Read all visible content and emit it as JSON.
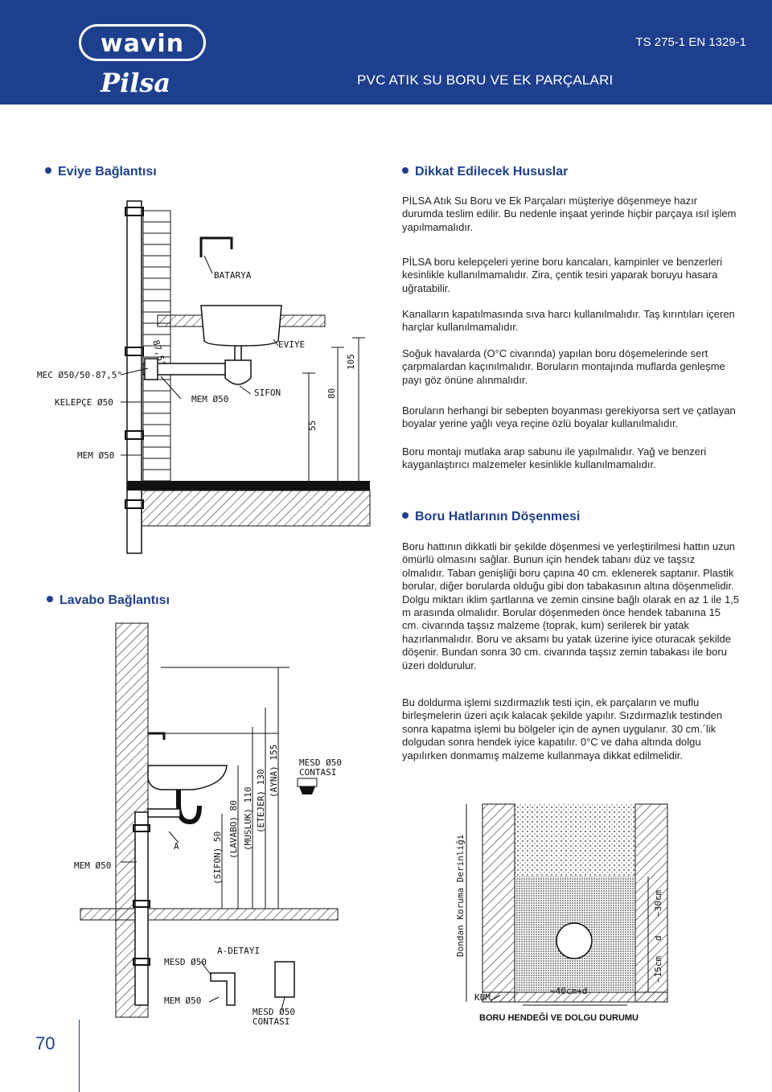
{
  "header": {
    "logo_text": "wavin",
    "brand": "Pilsa",
    "standard": "TS 275-1 EN 1329-1",
    "title": "PVC ATIK SU BORU VE EK PARÇALARI"
  },
  "sections": {
    "eviye": "Eviye Bağlantısı",
    "dikkat": "Dikkat Edilecek Hususlar",
    "boru_hatlari": "Boru Hatlarının Döşenmesi",
    "lavabo": "Lavabo Bağlantısı"
  },
  "dikkat_paragraphs": [
    "PİLSA Atık Su Boru ve Ek Parçaları müşteriye döşenmeye hazır durumda teslim edilir. Bu nedenle inşaat yerinde hiçbir parçaya ısıl işlem yapılmamalıdır.",
    "PİLSA boru kelepçeleri yerine boru kancaları, kampinler ve benzerleri kesinlikle kullanılmamalıdır. Zira, çentik tesiri yaparak boruyu hasara uğratabilir.",
    "Kanalların kapatılmasında sıva harcı kullanılmalıdır. Taş kırıntıları içeren harçlar kullanılmamalıdır.",
    "Soğuk havalarda (O°C civarında) yapılan boru döşemelerinde sert çarpmalardan kaçınılmalıdır. Boruların montajında muflarda genleşme payı göz önüne alınmalıdır.",
    "Boruların herhangi bir sebepten boyanması gerekiyorsa sert ve çatlayan boyalar yerine yağlı veya reçine özlü boyalar kullanılmalıdır.",
    "Boru montajı mutlaka arap sabunu ile yapılmalıdır. Yağ ve benzeri kayganlaştırıcı malzemeler kesinlikle kullanılmamalıdır."
  ],
  "boru_paragraphs": [
    "Boru hattının dikkatli bir şekilde döşenmesi ve yerleştirilmesi hattın uzun ömürlü olmasını sağlar. Bunun için hendek tabanı düz ve taşsız olmalıdır. Taban genişliği boru çapına 40 cm. eklenerek saptanır. Plastik borular, diğer borularda olduğu gibi don tabakasının altına döşenmelidir. Dolgu miktarı iklim şartlarına ve zemin cinsine bağlı olarak en az 1 ile 1,5 m arasında olmalıdır. Borular döşenmeden önce hendek tabanına 15 cm. civarında taşsız malzeme (toprak, kum) serilerek bir yatak hazırlanmalıdır. Boru ve aksamı bu yatak üzerine iyice oturacak şekilde döşenir. Bundan sonra 30 cm. civarında taşsız zemin tabakası ile boru üzeri doldurulur.",
    "Bu doldurma işlemi sızdırmazlık testi için, ek parçaların ve muflu birleşmelerin üzeri açık kalacak şekilde yapılır. Sızdırmazlık testinden sonra kapatma işlemi bu bölgeler için de aynen uygulanır. 30 cm.´lik dolgudan sonra hendek iyice kapatılır. 0°C ve daha altında dolgu yapılırken donmamış malzeme kullanmaya dikkat edilmelidir."
  ],
  "eviye_labels": {
    "batarya": "BATARYA",
    "eviye": "EVIYE",
    "mec": "MEC Ø50/50-87,5°",
    "angle": "87,5°",
    "kelepce": "KELEPÇE Ø50",
    "mem1": "MEM Ø50",
    "sifon": "SIFON",
    "mem2": "MEM Ø50",
    "d55": "55",
    "d80": "80",
    "d105": "105"
  },
  "lavabo_labels": {
    "mesd_top": "MESD Ø50",
    "contasi_top": "CONTASI",
    "mem": "MEM Ø50",
    "a": "A",
    "sifon": "(SIFON) 50",
    "lavabo": "(LAVABO) 80",
    "musluk": "(MUSLUK) 110",
    "etejer": "(ETEJER) 130",
    "ayna": "(AYNA) 155",
    "mesd_left": "MESD Ø50",
    "a_detayi": "A-DETAYI",
    "mem_bottom": "MEM Ø50",
    "mesd_bottom": "MESD Ø50",
    "contasi_bottom": "CONTASI"
  },
  "trench_labels": {
    "derinlik": "Dondan Koruma Derinliği",
    "c30": "~30cm",
    "d": "d",
    "c15": "~15cm",
    "width": "~40cm+d",
    "kum": "KUM"
  },
  "caption": "BORU HENDEĞİ VE DOLGU DURUMU",
  "page_number": "70",
  "colors": {
    "brand_blue": "#1e3f8e"
  }
}
